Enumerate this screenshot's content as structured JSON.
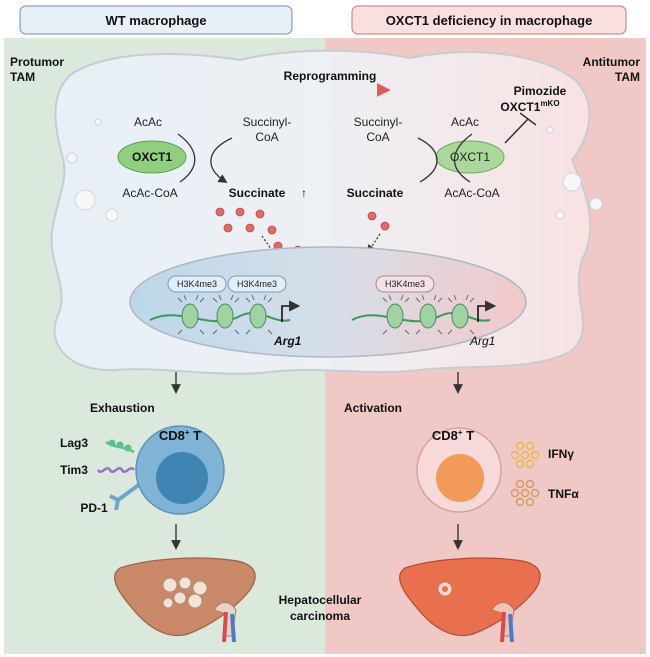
{
  "headers": {
    "left": "WT macrophage",
    "right": "OXCT1 deficiency in macrophage"
  },
  "side_labels": {
    "left": [
      "Protumor",
      "TAM"
    ],
    "right": [
      "Antitumor",
      "TAM"
    ]
  },
  "reprogramming": "Reprogramming",
  "inhibitor": {
    "drug": "Pimozide",
    "gene": "OXCT1",
    "superscript": "mKO"
  },
  "left_reaction": {
    "substrate": "AcAc",
    "cosubstrate": [
      "Succinyl-",
      "CoA"
    ],
    "enzyme": "OXCT1",
    "product": "AcAc-CoA",
    "succinate": "Succinate",
    "up_arrow": "↑"
  },
  "right_reaction": {
    "cosubstrate": [
      "Succinyl-",
      "CoA"
    ],
    "substrate": "AcAc",
    "enzyme": "OXCT1",
    "product": "AcAc-CoA",
    "succinate": "Succinate"
  },
  "chromatin": {
    "mark": "H3K4me3",
    "gene_left": "Arg1",
    "gene_right": "Arg1"
  },
  "tcell": {
    "left_state": "Exhaustion",
    "right_state": "Activation",
    "name": "CD8",
    "sup": "+",
    "suffix": " T",
    "receptors": [
      "Lag3",
      "Tim3",
      "PD-1"
    ],
    "cytokines": [
      "IFNγ",
      "TNFα"
    ]
  },
  "outcome": [
    "Hepatocellular",
    "carcinoma"
  ],
  "colors": {
    "left_panel": "#dbe8dc",
    "right_panel": "#f0c9c6",
    "header_left_fill": "#e8f0f7",
    "header_right_fill": "#f9e0de",
    "enzyme": "#8fcf7f",
    "succinate_dot": "#e26a6a",
    "tcell_left": "#7fb4d6",
    "tcell_left_nucleus": "#3f84b2",
    "tcell_right": "#f6d9d8",
    "tcell_right_nucleus": "#f29a5a",
    "lag3": "#5fbf8f",
    "tim3": "#9a6fc4",
    "pd1": "#6aa7d0",
    "liver_left": "#c98968",
    "liver_right": "#e8704f"
  }
}
